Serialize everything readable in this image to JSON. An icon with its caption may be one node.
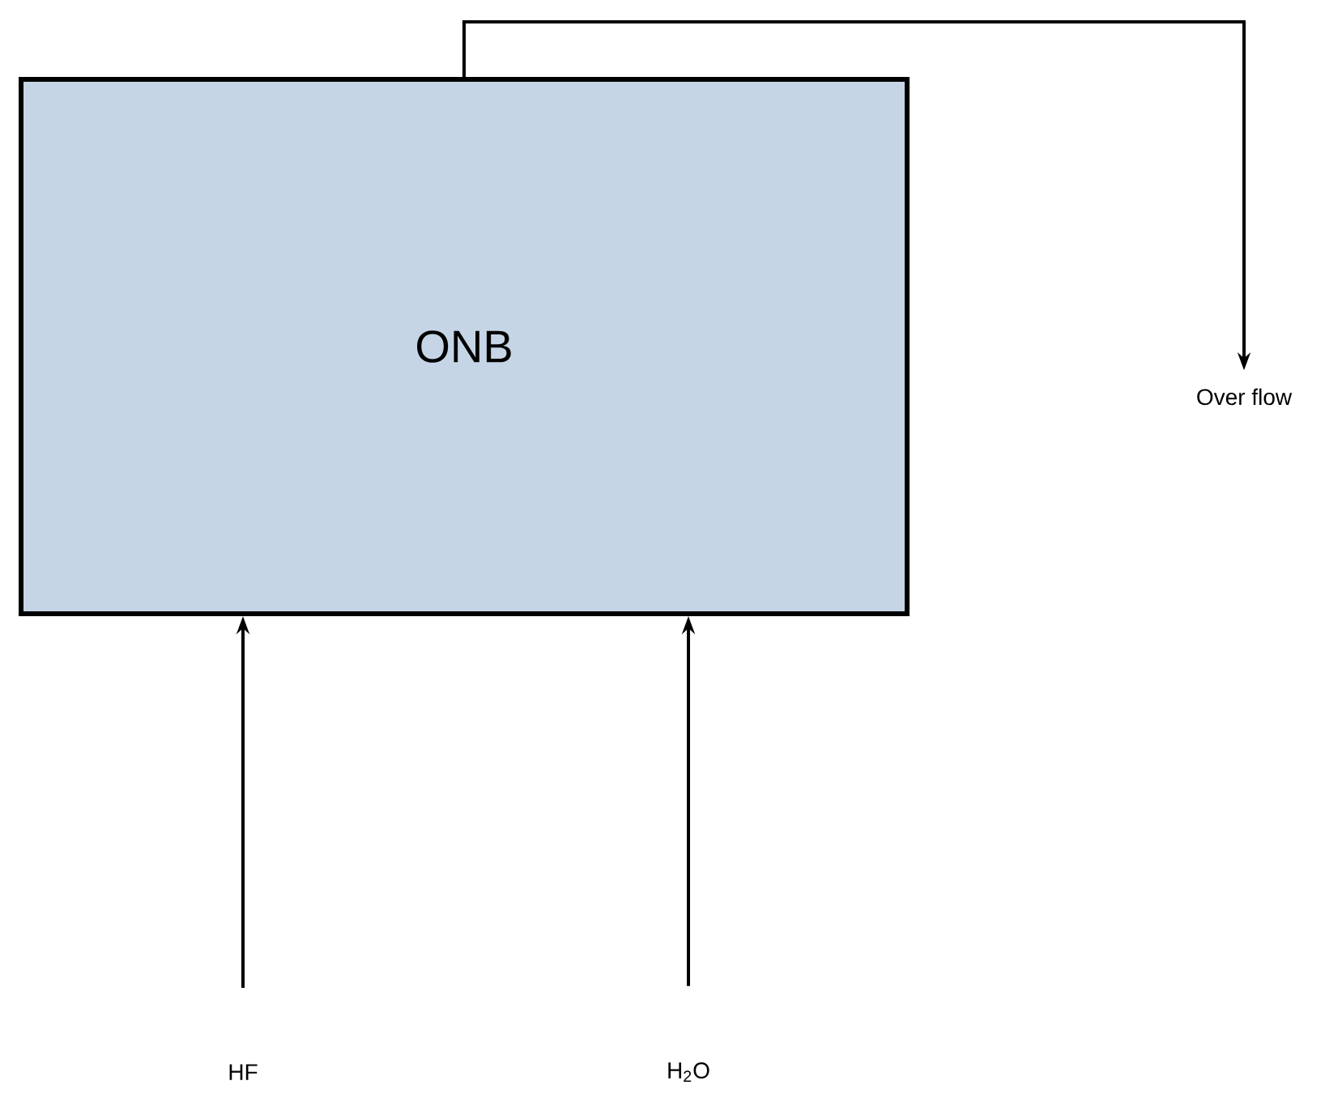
{
  "diagram": {
    "nodes": [
      {
        "text": [
          "ONB"
        ]
      },
      {
        "text": [
          "Over flow"
        ]
      },
      {
        "text": [
          "HF"
        ]
      },
      {
        "text": [
          "H$_{2}$O"
        ]
      }
    ],
    "edges": [
      {
        "from": 0,
        "to": 1,
        "arrow": "to"
      },
      {
        "from": 2,
        "to": 0,
        "arrow": "to"
      },
      {
        "from": 3,
        "to": 0,
        "arrow": "to"
      }
    ]
  }
}
